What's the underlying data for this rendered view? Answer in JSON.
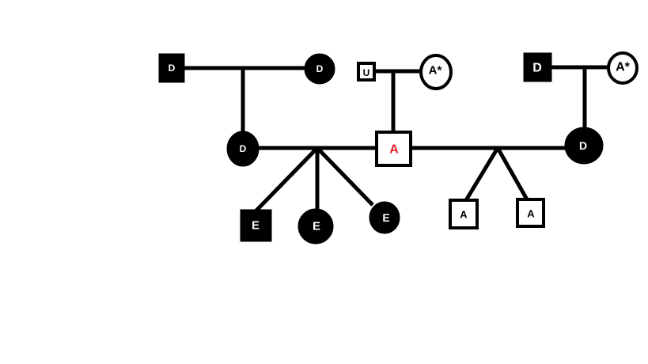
{
  "pedigree": {
    "individuals": {
      "gp_left_male": {
        "label": "D",
        "sex": "male",
        "affected": true
      },
      "gp_left_female": {
        "label": "D",
        "sex": "female",
        "affected": true
      },
      "gp_mid_male": {
        "label": "U",
        "sex": "male",
        "affected": false
      },
      "gp_mid_female": {
        "label": "A*",
        "sex": "female",
        "affected": false
      },
      "gp_right_male": {
        "label": "D",
        "sex": "male",
        "affected": true
      },
      "gp_right_female": {
        "label": "A*",
        "sex": "female",
        "affected": false
      },
      "mother_left": {
        "label": "D",
        "sex": "female",
        "affected": true
      },
      "proband": {
        "label": "A",
        "sex": "male",
        "affected": false,
        "label_color": "#e0202a"
      },
      "mother_right": {
        "label": "D",
        "sex": "female",
        "affected": true
      },
      "child_1": {
        "label": "E",
        "sex": "male",
        "affected": true
      },
      "child_2": {
        "label": "E",
        "sex": "female",
        "affected": true
      },
      "child_3": {
        "label": "E",
        "sex": "female",
        "affected": true
      },
      "child_4": {
        "label": "A",
        "sex": "male",
        "affected": false
      },
      "child_5": {
        "label": "A",
        "sex": "male",
        "affected": false
      }
    },
    "colors": {
      "affected_fill": "#000000",
      "unaffected_fill": "#ffffff",
      "line": "#000000",
      "proband_label": "#e0202a"
    }
  }
}
